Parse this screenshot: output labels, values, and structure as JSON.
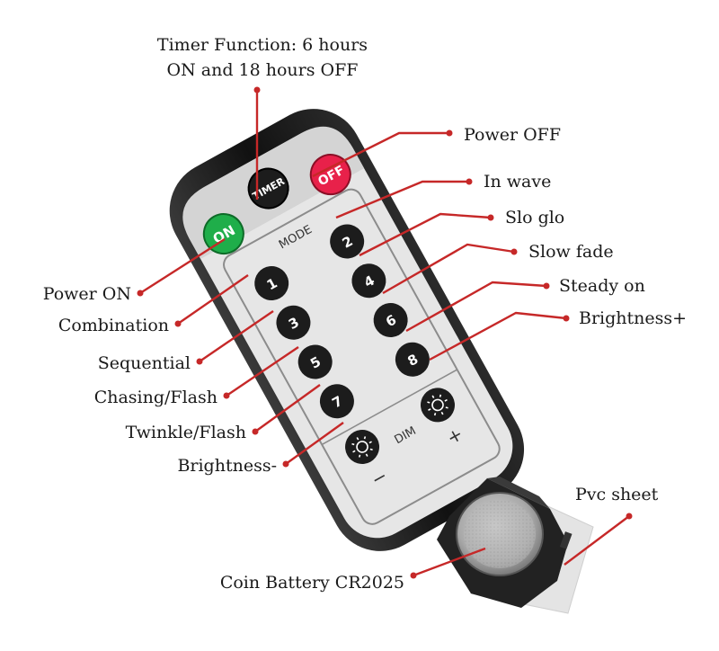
{
  "callouts": {
    "timer": [
      "Timer Function: 6 hours",
      "ON and 18 hours OFF"
    ],
    "power_off": "Power OFF",
    "in_wave": "In wave",
    "slo_glo": "Slo glo",
    "slow_fade": "Slow fade",
    "steady_on": "Steady on",
    "brightness_plus": "Brightness+",
    "power_on": "Power ON",
    "combination": "Combination",
    "sequential": "Sequential",
    "chasing_flash": "Chasing/Flash",
    "twinkle_flash": "Twinkle/Flash",
    "brightness_minus": "Brightness-",
    "pvc_sheet": "Pvc sheet",
    "coin_battery": "Coin Battery CR2025"
  },
  "remote": {
    "on_label": "ON",
    "off_label": "OFF",
    "timer_label": "TIMER",
    "mode_label": "MODE",
    "dim_label": "DIM",
    "plus_label": "+",
    "minus_label": "−",
    "buttons": [
      "1",
      "2",
      "3",
      "4",
      "5",
      "6",
      "7",
      "8"
    ]
  },
  "colors": {
    "leader": "#c62828",
    "on_button": "#1fae4a",
    "off_button": "#e8214a",
    "number_button": "#1c1c1c"
  },
  "icons": [
    "sun-icon",
    "sun-icon"
  ]
}
